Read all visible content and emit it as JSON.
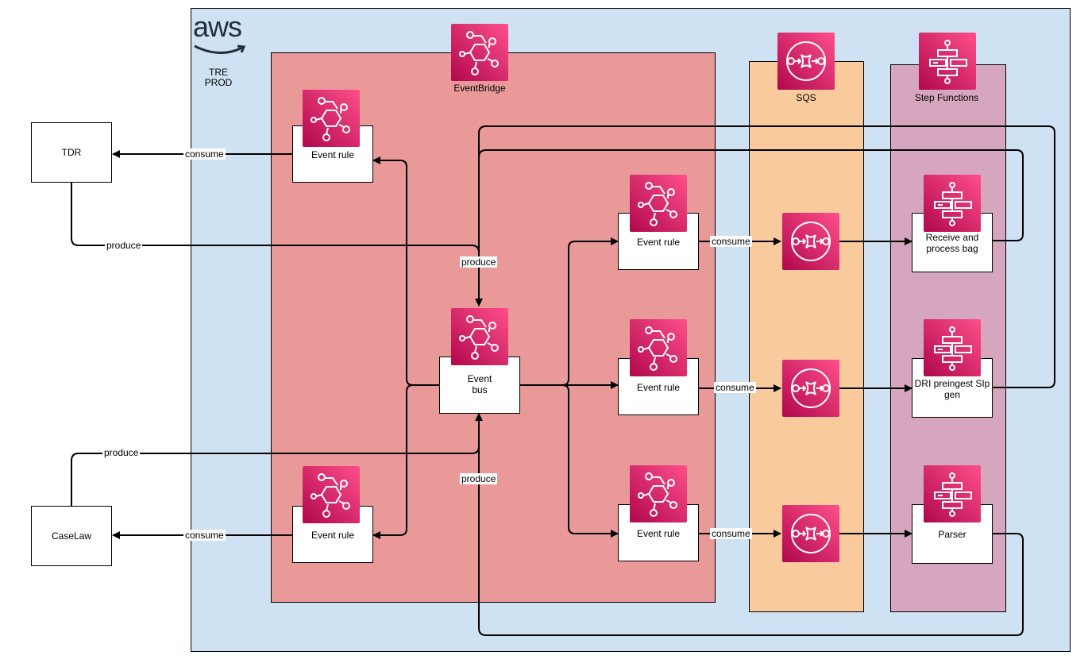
{
  "account": {
    "logo": "aws",
    "label_line1": "TRE",
    "label_line2": "PROD"
  },
  "groups": {
    "eventbridge": "EventBridge",
    "sqs": "SQS",
    "step_functions": "Step Functions"
  },
  "external": {
    "tdr": "TDR",
    "caselaw": "CaseLaw"
  },
  "nodes": {
    "event_rule_tdr": "Event rule",
    "event_rule_caselaw": "Event rule",
    "event_bus_line1": "Event",
    "event_bus_line2": "bus",
    "event_rule_1": "Event rule",
    "event_rule_2": "Event rule",
    "event_rule_3": "Event rule",
    "sf_receive_line1": "Receive and",
    "sf_receive_line2": "process bag",
    "sf_dri_line1": "DRI preingest SIp",
    "sf_dri_line2": "gen",
    "sf_parser": "Parser"
  },
  "edges": {
    "tdr_consume": "consume",
    "tdr_produce": "produce",
    "bus_produce_top": "produce",
    "caselaw_produce": "produce",
    "bus_produce_bottom": "produce",
    "caselaw_consume": "consume",
    "rule1_consume": "consume",
    "rule2_consume": "consume",
    "rule3_consume": "consume"
  },
  "colors": {
    "aws_bg": "#cfe2f3",
    "eventbridge_bg": "#ea9999",
    "sqs_bg": "#f9cb9c",
    "step_functions_bg": "#d5a6bd",
    "icon_gradient_start": "#b0084d",
    "icon_gradient_end": "#ff4f8b"
  },
  "icons": {
    "eventbridge": "eventbridge-icon",
    "sqs": "sqs-icon",
    "step_functions": "step-functions-icon"
  }
}
